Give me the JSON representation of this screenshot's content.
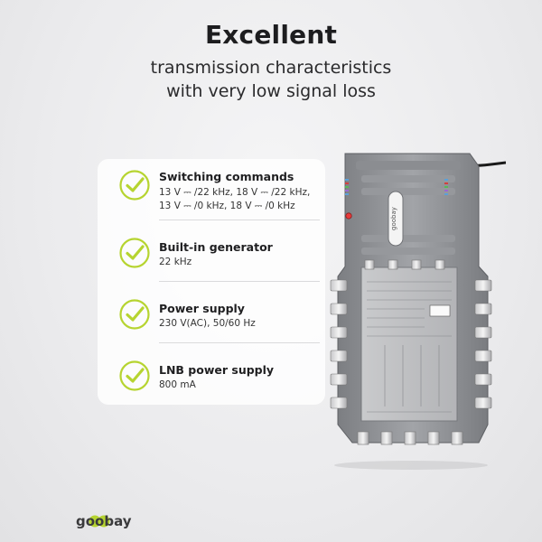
{
  "headline": "Excellent",
  "subline": [
    "transmission characteristics",
    "with very low signal loss"
  ],
  "features": [
    {
      "title": "Switching commands",
      "detail": [
        "13 V ⎓ /22 kHz, 18 V ⎓ /22 kHz,",
        "13 V ⎓ /0 kHz, 18 V ⎓ /0 kHz"
      ],
      "icon": "check-icon"
    },
    {
      "title": "Built-in generator",
      "detail": [
        "22 kHz"
      ],
      "icon": "check-icon"
    },
    {
      "title": "Power supply",
      "detail": [
        "230 V(AC), 50/60 Hz"
      ],
      "icon": "check-icon"
    },
    {
      "title": "LNB power supply",
      "detail": [
        "800 mA"
      ],
      "icon": "check-icon"
    }
  ],
  "device_brand": "goobay",
  "footer_brand": "goobay",
  "colors": {
    "accent": "#b6d430",
    "text": "#1d1d1f",
    "device_body": "#8d8f93"
  }
}
